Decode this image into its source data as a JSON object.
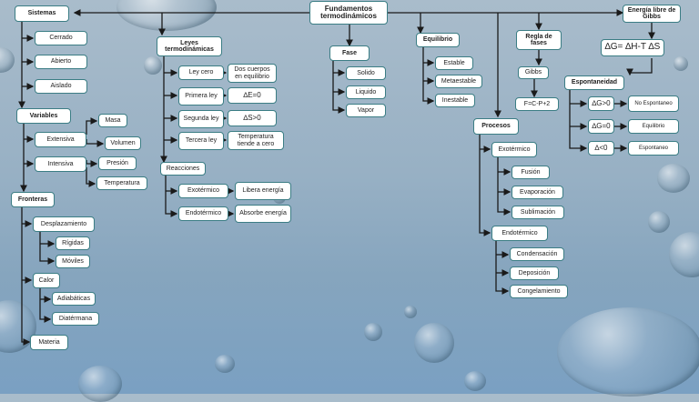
{
  "nodes": {
    "fundamentos": "Fundamentos termodinámicos",
    "energia_gibbs": "Energía libre de Gibbs",
    "gibbs_formula": "∆G= ∆H-T ∆S",
    "sistemas": "Sistemas",
    "cerrado": "Cerrado",
    "abierto": "Abierto",
    "aislado": "Aislado",
    "variables": "Variables",
    "extensiva": "Extensiva",
    "masa": "Masa",
    "volumen": "Volumen",
    "intensiva": "Intensiva",
    "presion": "Presión",
    "temperatura": "Temperatura",
    "fronteras": "Fronteras",
    "desplazamiento": "Desplazamiento",
    "rigidas": "Rígidas",
    "moviles": "Móviles",
    "calor": "Calor",
    "adiabaticas": "Adiabáticas",
    "diatermana": "Diatérmana",
    "materia": "Materia",
    "leyes": "Leyes termodinámicas",
    "ley_cero": "Ley cero",
    "ley_cero_desc": "Dos cuerpos en equilibrio",
    "primera_ley": "Primera ley",
    "primera_ley_desc": "∆E=0",
    "segunda_ley": "Segunda ley",
    "segunda_ley_desc": "∆S>0",
    "tercera_ley": "Tercera ley",
    "tercera_ley_desc": "Temperatura tiende a cero",
    "reacciones": "Reacciones",
    "exotermico_r": "Exotérmico",
    "libera": "Libera energía",
    "endotermico_r": "Endotérmico",
    "absorbe": "Absorbe energía",
    "fase": "Fase",
    "solido": "Solido",
    "liquido": "Liquido",
    "vapor": "Vapor",
    "equilibrio": "Equilibrio",
    "estable": "Estable",
    "metaestable": "Metaestable",
    "inestable": "Inestable",
    "regla_fases": "Regla de fases",
    "gibbs": "Gibbs",
    "regla_formula": "F=C-P+2",
    "procesos": "Procesos",
    "exotermico_p": "Exotérmico",
    "fusion": "Fusión",
    "evaporacion": "Evaporación",
    "sublimacion": "Sublimación",
    "endotermico_p": "Endotérmico",
    "condensacion": "Condensación",
    "deposicion": "Deposición",
    "congelamiento": "Congelamiento",
    "espontaneidad": "Espontaneidad",
    "dg_pos": "∆G>0",
    "no_espontaneo": "No Espontaneo",
    "dg_zero": "∆G=0",
    "equilibrio_g": "Equilibrio",
    "dg_neg": "∆<0",
    "espontaneo": "Espontaneo"
  },
  "colors": {
    "node_border": "#3b7d84",
    "line": "#1a1a1a",
    "node_bg": "#ffffff"
  }
}
